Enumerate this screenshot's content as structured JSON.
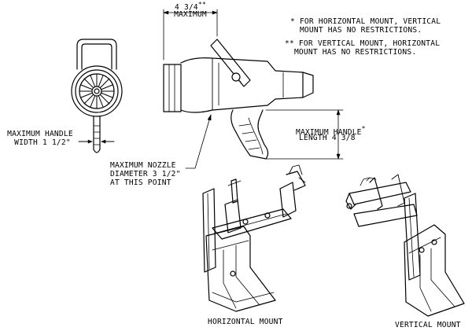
{
  "notes": {
    "single_star": "* FOR HORIZONTAL MOUNT, VERTICAL\n  MOUNT HAS NO RESTRICTIONS.",
    "double_star": "** FOR VERTICAL MOUNT, HORIZONTAL\n  MOUNT HAS NO RESTRICTIONS."
  },
  "dimensions": {
    "top_width": "4 3/4",
    "top_width_mark": "**",
    "top_width_caption": "MAXIMUM",
    "handle_width": "MAXIMUM HANDLE\n WIDTH 1 1/2\"",
    "handle_length": "MAXIMUM HANDLE",
    "handle_length_mark": "*",
    "handle_length_value": "LENGTH 4 3/8",
    "nozzle_diameter": "MAXIMUM NOZZLE\nDIAMETER 3 1/2\"\nAT THIS POINT"
  },
  "captions": {
    "horizontal": "HORIZONTAL MOUNT",
    "vertical": "VERTICAL MOUNT"
  },
  "colors": {
    "ink": "#000000",
    "paper": "#ffffff"
  }
}
